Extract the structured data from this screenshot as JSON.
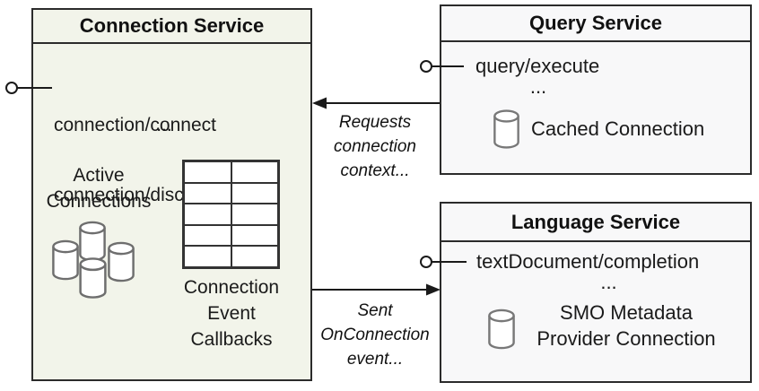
{
  "connection_service": {
    "title": "Connection Service",
    "methods": [
      "connection/connect",
      "connection/disconnect"
    ],
    "ellipsis": "...",
    "active_connections_label": "Active Connections",
    "callbacks_label_lines": [
      "Connection",
      "Event",
      "Callbacks"
    ],
    "callback_table": {
      "rows": 5,
      "cols": 2
    }
  },
  "query_service": {
    "title": "Query Service",
    "methods": [
      "query/execute"
    ],
    "ellipsis": "...",
    "connection_label": "Cached Connection"
  },
  "language_service": {
    "title": "Language Service",
    "methods": [
      "textDocument/completion"
    ],
    "ellipsis": "...",
    "connection_label_lines": [
      "SMO Metadata",
      "Provider Connection"
    ]
  },
  "annotations": {
    "requests_label_lines": [
      "Requests",
      "connection",
      "context..."
    ],
    "sent_label_lines": [
      "Sent",
      "OnConnection",
      "event..."
    ]
  },
  "colors": {
    "connection_box_fill": "#f2f4ea",
    "service_box_fill": "#f8f8f9",
    "border": "#2b2b2b",
    "cylinder_stroke": "#6e6e6e"
  }
}
